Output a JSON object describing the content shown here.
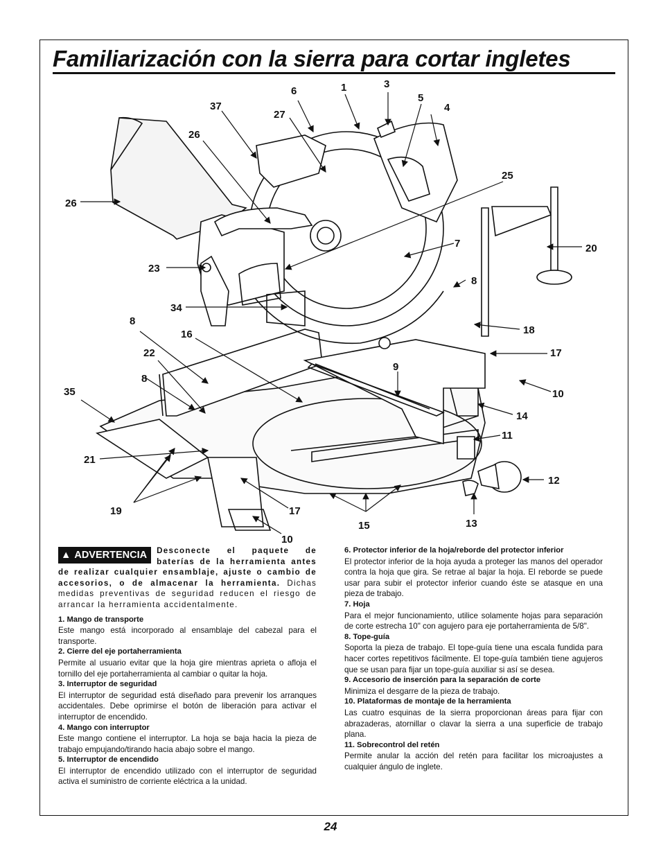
{
  "title": "Familiarización con la sierra para cortar ingletes",
  "page_number": "24",
  "callouts": [
    "1",
    "3",
    "6",
    "37",
    "27",
    "5",
    "4",
    "26",
    "26",
    "25",
    "20",
    "7",
    "23",
    "8",
    "34",
    "18",
    "8",
    "16",
    "17",
    "22",
    "9",
    "8",
    "10",
    "35",
    "14",
    "11",
    "21",
    "12",
    "19",
    "17",
    "15",
    "13",
    "10"
  ],
  "warning": {
    "badge": "ADVERTENCIA",
    "bold_text": "Desconecte el paquete de baterías de la herramienta antes de realizar cualquier ensamblaje, ajuste o cambio de accesorios, o de almacenar la herramienta.",
    "text": " Dichas medidas preventivas de seguridad reducen el riesgo de arrancar la herramienta accidentalmente."
  },
  "items_left": [
    {
      "title": "1. Mango de transporte",
      "text": "Este mango está incorporado al ensamblaje del cabezal para el transporte."
    },
    {
      "title": "2. Cierre del eje portaherramienta",
      "text": "Permite al usuario evitar que la hoja gire mientras aprieta o afloja el tornillo del eje portaherramienta al cambiar o quitar la hoja."
    },
    {
      "title": "3. Interruptor de seguridad",
      "text": "El interruptor de seguridad está diseñado para prevenir los arranques accidentales. Debe oprimirse el botón de liberación para activar el interruptor de encendido."
    },
    {
      "title": "4. Mango con interruptor",
      "text": "Este mango contiene el interruptor. La hoja se baja hacia la pieza de trabajo empujando/tirando hacia abajo sobre el mango."
    },
    {
      "title": "5. Interruptor de encendido",
      "text": "El interruptor de encendido utilizado con el interruptor de seguridad activa el suministro de corriente eléctrica a la unidad."
    }
  ],
  "items_right": [
    {
      "title": "6. Protector inferior de la hoja/reborde del protector inferior",
      "text": "El protector inferior de la hoja ayuda a proteger las manos del operador contra la hoja que gira. Se retrae al bajar la hoja. El reborde se puede usar para subir el protector inferior cuando éste se atasque en una pieza de trabajo."
    },
    {
      "title": "7. Hoja",
      "text": "Para el mejor funcionamiento, utilice solamente hojas para separación de corte estrecha 10\" con agujero para eje portaherramienta  de 5/8\"."
    },
    {
      "title": "8. Tope-guía",
      "text": "Soporta la pieza de trabajo. El tope-guía tiene una escala fundida para hacer cortes repetitivos fácilmente. El tope-guía también tiene agujeros que se usan para fijar un tope-guía auxiliar si así se desea."
    },
    {
      "title": "9. Accesorio de inserción para la separación de corte",
      "text": "Minimiza el desgarre de la pieza de trabajo."
    },
    {
      "title": "10. Plataformas de montaje de la herramienta",
      "text": "Las cuatro esquinas de la sierra proporcionan áreas para fijar con abrazaderas, atornillar o clavar la sierra a una superficie de trabajo plana."
    },
    {
      "title": "11. Sobrecontrol del retén",
      "text": "Permite anular la acción del retén para facilitar los microajustes a cualquier ángulo de inglete."
    }
  ]
}
